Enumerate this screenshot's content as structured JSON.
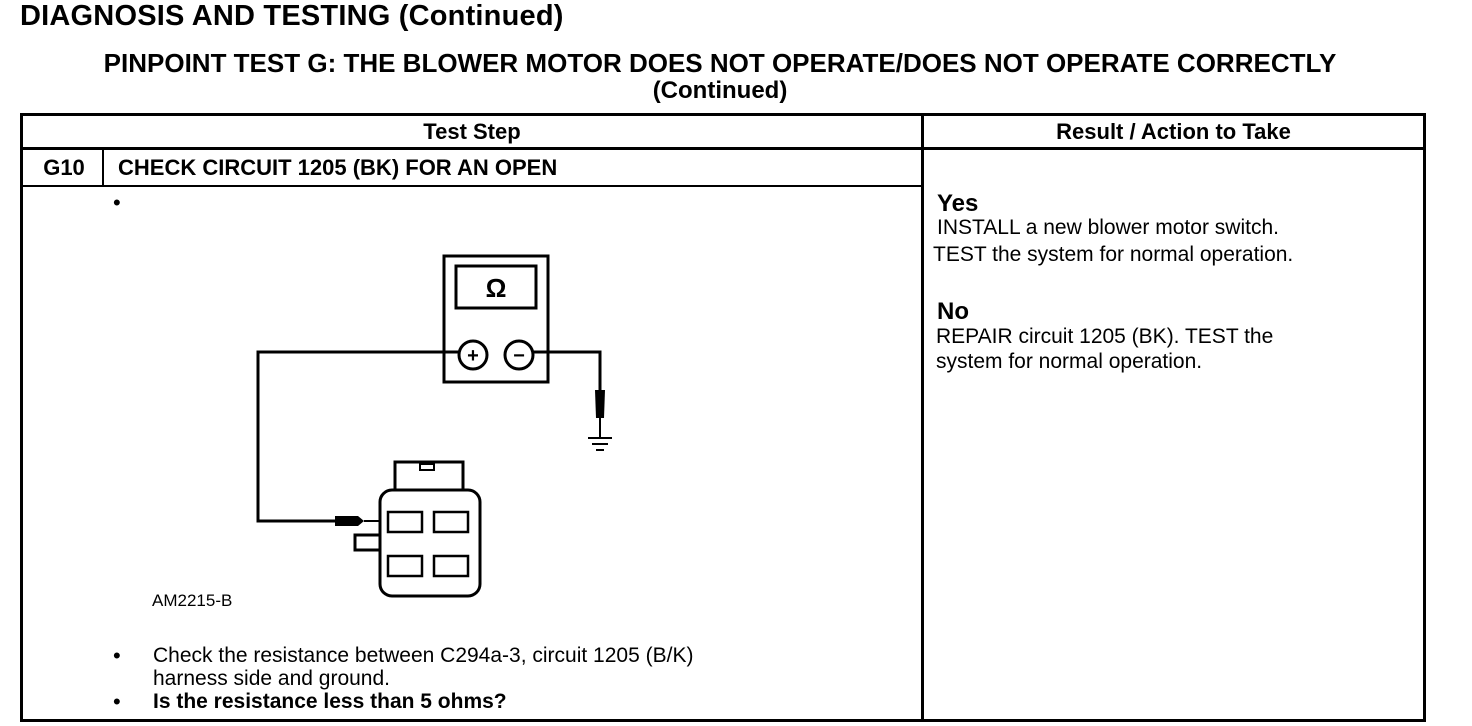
{
  "page": {
    "heading": "DIAGNOSIS AND TESTING (Continued)",
    "test_title": "PINPOINT TEST G: THE BLOWER MOTOR DOES NOT OPERATE/DOES NOT OPERATE CORRECTLY",
    "test_title_cont": "(Continued)"
  },
  "table": {
    "col_test_step": "Test Step",
    "col_result": "Result / Action to Take",
    "step": {
      "id": "G10",
      "title": "CHECK CIRCUIT 1205 (BK) FOR AN OPEN",
      "bullet_symbol": "•",
      "figure": {
        "label": "AM2215-B",
        "meter_symbol": "Ω",
        "plus_symbol": "+",
        "minus_symbol": "−"
      },
      "instruction_line1": "Check the resistance between C294a-3, circuit 1205 (B/K)",
      "instruction_line2": "harness side and ground.",
      "question": "Is the resistance less than 5 ohms?"
    },
    "results": {
      "yes_label": "Yes",
      "yes_line1": "INSTALL a new blower motor switch.",
      "yes_line2": "TEST the system for normal operation.",
      "no_label": "No",
      "no_line1": "REPAIR circuit 1205 (BK). TEST the",
      "no_line2": "system for normal operation."
    }
  }
}
